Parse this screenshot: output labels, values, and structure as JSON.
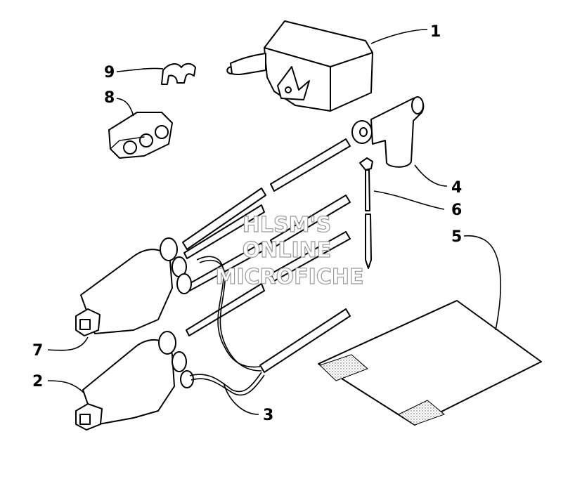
{
  "callouts": {
    "c1": "1",
    "c2": "2",
    "c3": "3",
    "c4": "4",
    "c5": "5",
    "c6": "6",
    "c7": "7",
    "c8": "8",
    "c9": "9"
  },
  "watermark": {
    "line1": "HLSM'S",
    "line2": "ONLINE",
    "line3": "MICROFICHE"
  }
}
